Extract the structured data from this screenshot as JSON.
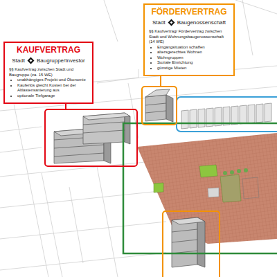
{
  "diagram": {
    "nodes": [
      {
        "text": [
          "KAUFVERTRAG",
          "Stadt",
          "Baugruppe/Investor",
          "§§ Kaufvertrag zwischen Stadt und Baugruppe (ca. 15 WE)",
          "unabhängiges Projekt und Ökonomie",
          "Kauferlös gleicht Kosten bei der Altlastensanierung aus",
          "optionale Tiefgarage"
        ]
      },
      {
        "text": [
          "FÖRDERVERTRAG",
          "Stadt",
          "Baugenossenschaft",
          "§§ Kaufvertrag/ Fördervertrag zwischen Stadt und Wohnungsbaugenossenschaft (14 WE)",
          "Eingangsituation schaffen",
          "altersgerechtes Wohnen",
          "Wohngruppen",
          "Soziale Einrichtung",
          "günstige Mieten"
        ]
      }
    ]
  }
}
